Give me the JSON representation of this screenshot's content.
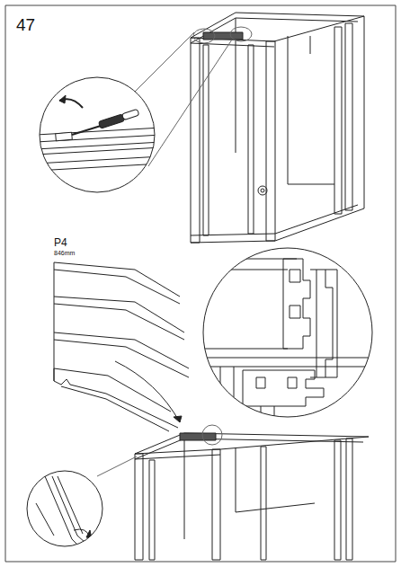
{
  "diagram": {
    "labels": [
      "47",
      "P4",
      "846mm"
    ]
  }
}
